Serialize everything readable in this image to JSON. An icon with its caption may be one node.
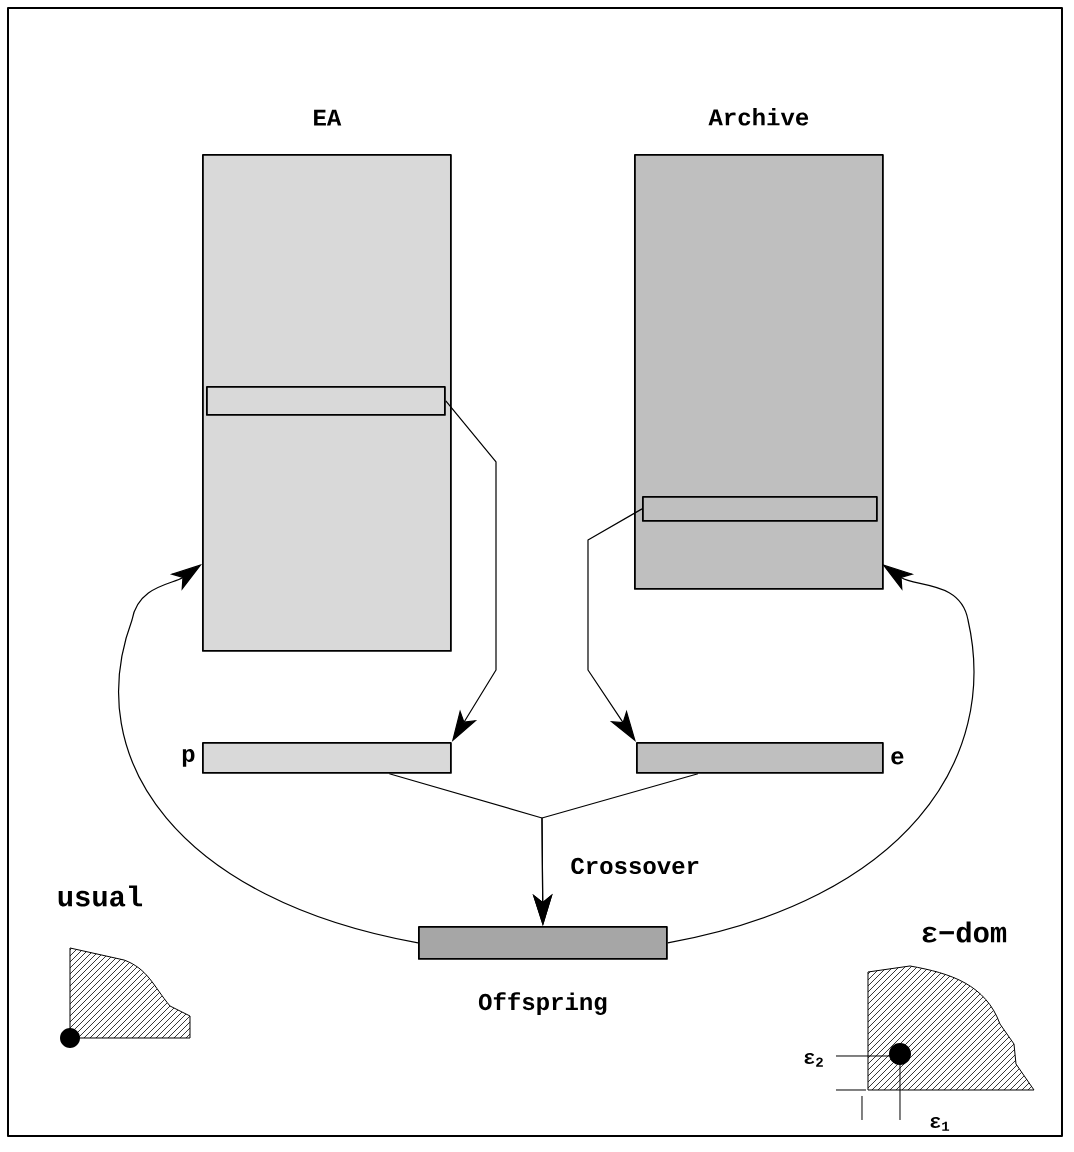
{
  "diagram": {
    "nodes": [
      {
        "text": [
          "EA"
        ]
      },
      {
        "text": [],
        "shape": "bar",
        "in": 0
      },
      {
        "text": [
          "Archive"
        ]
      },
      {
        "text": [],
        "shape": "bar",
        "in": 2
      },
      {
        "text": [],
        "shape": "bar",
        "beside": [
          "p"
        ]
      },
      {
        "text": [],
        "shape": "bar",
        "beside": [
          "e"
        ]
      },
      {
        "text": [
          "Offspring"
        ]
      }
    ],
    "edges": [
      {
        "from": 1,
        "to": 4,
        "arrow": "to"
      },
      {
        "from": 3,
        "to": 5,
        "arrow": "to"
      },
      {
        "from": 4,
        "to": 6,
        "arrow": "to",
        "label": "Crossover"
      },
      {
        "from": 5,
        "to": 6,
        "arrow": "to"
      },
      {
        "from": 6,
        "to": 0,
        "arrow": "to"
      },
      {
        "from": 6,
        "to": 2,
        "arrow": "to"
      }
    ],
    "labels": [
      "usual",
      "ε−dom",
      "ε$_{2}$",
      "ε$_{1}$"
    ]
  }
}
